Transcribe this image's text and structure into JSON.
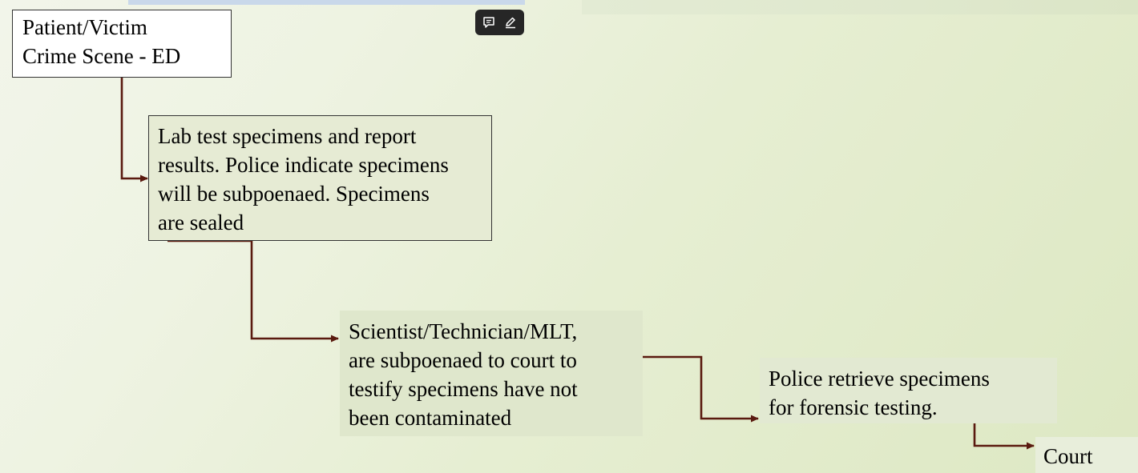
{
  "nodes": {
    "patient": {
      "lines": [
        "Patient/Victim",
        "Crime Scene - ED"
      ]
    },
    "lab": {
      "lines": [
        "Lab test specimens and report",
        "results. Police indicate specimens",
        "will be subpoenaed. Specimens",
        "are sealed"
      ]
    },
    "scientist": {
      "lines": [
        "Scientist/Technician/MLT,",
        "are subpoenaed to court to",
        "testify specimens have not",
        "been contaminated"
      ]
    },
    "police": {
      "lines": [
        "Police retrieve specimens",
        "for forensic testing."
      ]
    },
    "court": {
      "lines": [
        "Court"
      ]
    }
  },
  "toolbar": {
    "icons": [
      "comment-icon",
      "pen-icon"
    ]
  },
  "colors": {
    "connector": "#5a1a0f",
    "page_background": "#e6eed2",
    "toolbar": "#262626"
  }
}
